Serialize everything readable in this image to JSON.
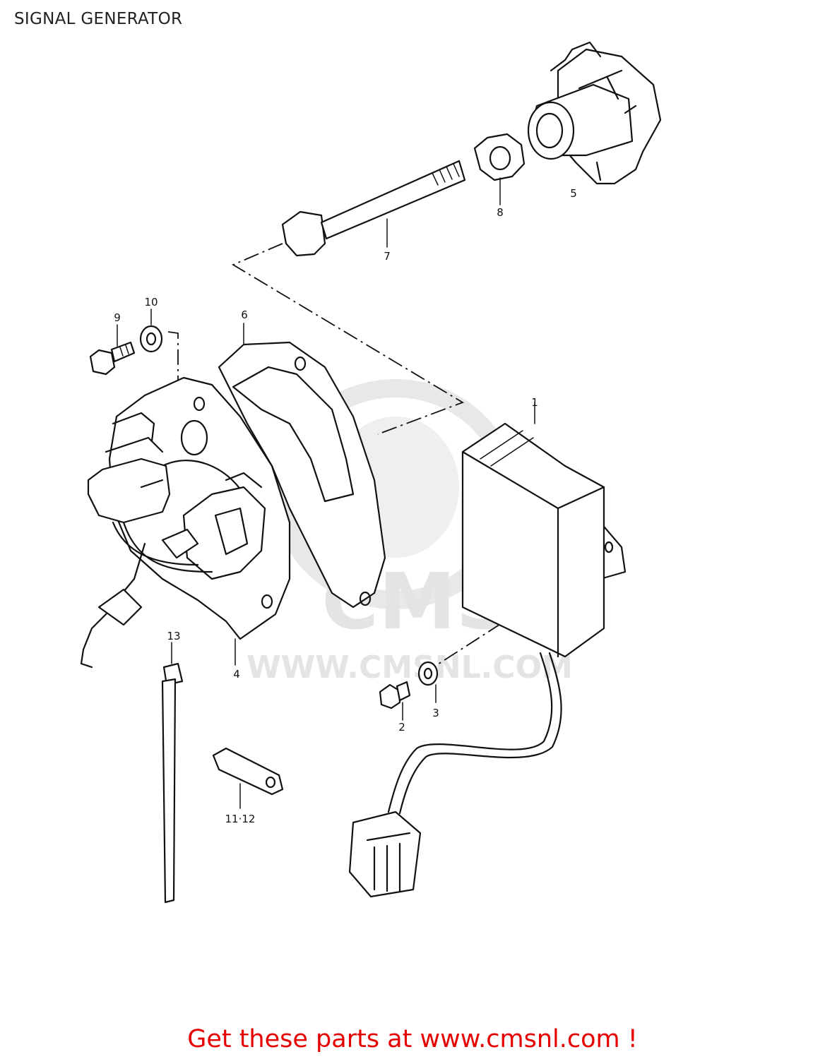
{
  "page": {
    "title": "SIGNAL GENERATOR"
  },
  "watermark": {
    "logo_text": "CMS",
    "url_text": "WWW.CMSNL.COM"
  },
  "callouts": {
    "p1": "1",
    "p2": "2",
    "p3": "3",
    "p4": "4",
    "p5": "5",
    "p6": "6",
    "p7": "7",
    "p8": "8",
    "p9": "9",
    "p10": "10",
    "p11_12": "11·12",
    "p13": "13"
  },
  "footer": {
    "link_text": "Get these parts at www.cmsnl.com !"
  }
}
